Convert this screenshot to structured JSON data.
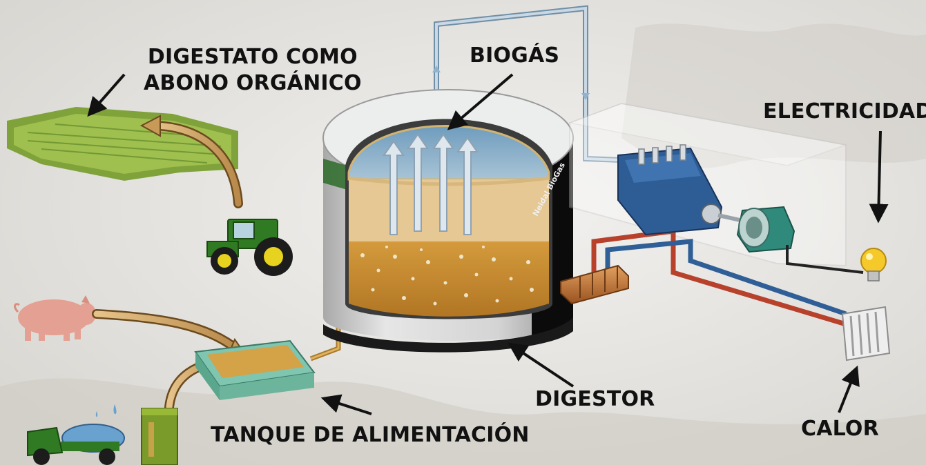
{
  "labels": {
    "digestate_line1": "DIGESTATO COMO",
    "digestate_line2": "ABONO ORGÁNICO",
    "biogas": "BIOGÁS",
    "electricity": "ELECTRICIDAD",
    "digestor": "DIGESTOR",
    "heat": "CALOR",
    "feed_tank": "TANQUE DE ALIMENTACIÓN"
  },
  "brand_text": "Neidal BioGas",
  "colors": {
    "background": "#e9e8e5",
    "biogas_dome": "#8fb4cc",
    "substrate": "#d7a94a",
    "slurry": "#c9892a",
    "pipe_hot": "#b8412c",
    "pipe_cold": "#2f5f96",
    "engine": "#2e5c94",
    "generator": "#2f8a7c",
    "tractor": "#3a7d2a",
    "field": "#8fb13f"
  },
  "icons": [
    "field-icon",
    "tractor-icon",
    "pig-icon",
    "tanker-truck-icon",
    "silage-bin-icon",
    "feed-tank-icon",
    "digestor-icon",
    "engine-icon",
    "generator-icon",
    "light-bulb-icon",
    "radiator-icon",
    "heat-exchanger-icon"
  ]
}
